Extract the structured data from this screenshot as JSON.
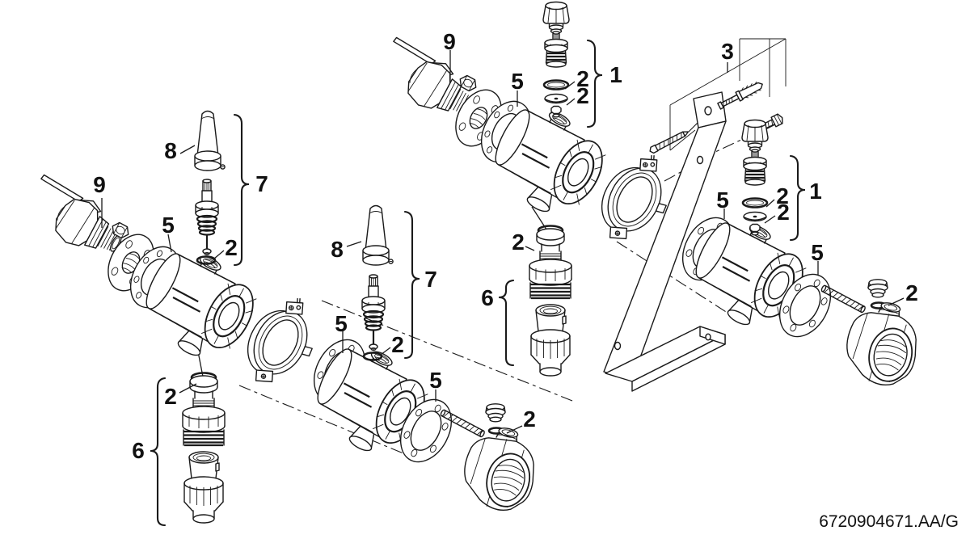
{
  "figure": {
    "document_id": "6720904671.AA/G"
  },
  "labels": {
    "n1": "1",
    "n2": "2",
    "n3": "3",
    "n5": "5",
    "n6": "6",
    "n7": "7",
    "n8": "8",
    "n9": "9"
  },
  "colors": {
    "background": "#ffffff",
    "line": "#1a1a1a",
    "text": "#111111"
  }
}
